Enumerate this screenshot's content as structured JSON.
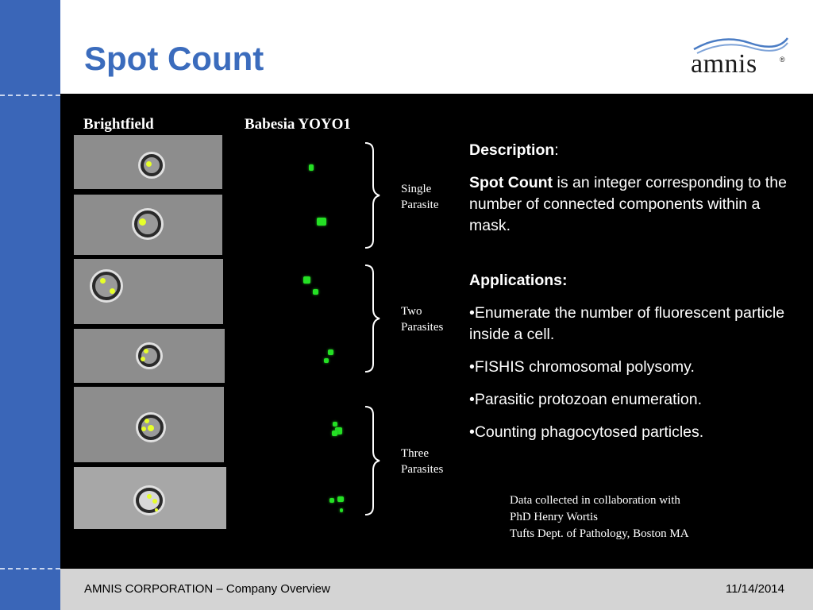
{
  "slide": {
    "title": "Spot Count",
    "logo": {
      "name": "amnis",
      "mark": "®"
    }
  },
  "columns": {
    "left": "Brightfield",
    "right": "Babesia YOYO1"
  },
  "groups": [
    {
      "line1": "Single",
      "line2": "Parasite"
    },
    {
      "line1": "Two",
      "line2": "Parasites"
    },
    {
      "line1": "Three",
      "line2": "Parasites"
    }
  ],
  "description": {
    "heading": "Description",
    "heading_suffix": ":",
    "term": "Spot Count",
    "body": " is an integer corresponding to the number of connected components within a mask.",
    "applications_heading": "Applications:",
    "applications": [
      "•Enumerate the number of fluorescent particle inside a cell.",
      "•FISHIS chromosomal polysomy.",
      "•Parasitic protozoan enumeration.",
      "•Counting phagocytosed particles."
    ]
  },
  "credit": {
    "line1": "Data collected in collaboration with",
    "line2": "PhD Henry Wortis",
    "line3": "Tufts Dept. of Pathology, Boston MA"
  },
  "footer": {
    "left": "AMNIS CORPORATION – Company Overview",
    "right": "11/14/2014"
  },
  "colors": {
    "accent_blue": "#3b6cbd",
    "sidebar_blue": "#3a66b8",
    "fluorescent_green": "#24e024",
    "spot_yellow": "#e6ff2a"
  }
}
